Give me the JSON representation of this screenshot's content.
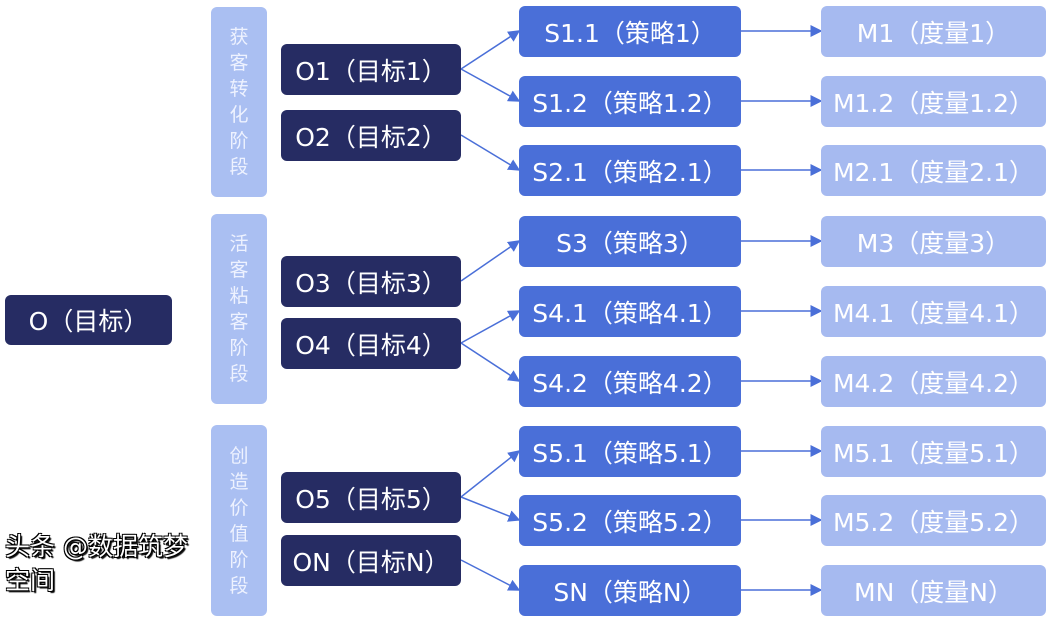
{
  "root": "O（目标）",
  "phases": [
    {
      "label": "获客转化阶段"
    },
    {
      "label": "活客粘客阶段"
    },
    {
      "label": "创造价值阶段"
    }
  ],
  "objectives": [
    "O1（目标1）",
    "O2（目标2）",
    "O3（目标3）",
    "O4（目标4）",
    "O5（目标5）",
    "ON（目标N）"
  ],
  "strategies": [
    "S1.1（策略1）",
    "S1.2（策略1.2）",
    "S2.1（策略2.1）",
    "S3（策略3）",
    "S4.1（策略4.1）",
    "S4.2（策略4.2）",
    "S5.1（策略5.1）",
    "S5.2（策略5.2）",
    "SN（策略N）"
  ],
  "metrics": [
    "M1（度量1）",
    "M1.2（度量1.2）",
    "M2.1（度量2.1）",
    "M3（度量3）",
    "M4.1（度量4.1）",
    "M4.2（度量4.2）",
    "M5.1（度量5.1）",
    "M5.2（度量5.2）",
    "MN（度量N）"
  ],
  "links": [
    [
      0,
      0
    ],
    [
      0,
      1
    ],
    [
      1,
      2
    ],
    [
      2,
      3
    ],
    [
      3,
      4
    ],
    [
      3,
      5
    ],
    [
      4,
      6
    ],
    [
      4,
      7
    ],
    [
      5,
      8
    ]
  ],
  "watermark": "头条 @数据筑梦空间",
  "colors": {
    "root": "#262c63",
    "strategy": "#4a6fd8",
    "metric": "#a6baf0",
    "phase": "#aabff2",
    "line": "#4a6fd8"
  }
}
